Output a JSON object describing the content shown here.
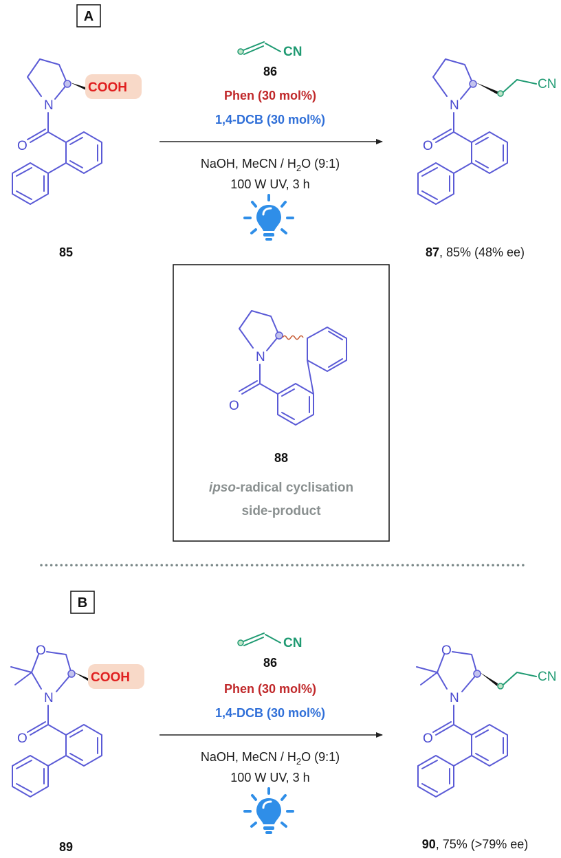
{
  "panel_a": {
    "label": "A",
    "reactant_number": "85",
    "reactant_acid_label": "COOH",
    "reagent_cn_label": "CN",
    "reagent_number": "86",
    "catalyst": "Phen (30 mol%)",
    "sensitizer": "1,4-DCB (30 mol%)",
    "base_solvent_prefix": "NaOH, MeCN / H",
    "base_solvent_sub": "2",
    "base_solvent_suffix": "O (9:1)",
    "light_source": "100 W UV, 3 h",
    "product_number": "87",
    "product_yield": ", 85% (48% ee)",
    "product_cn_label": "CN",
    "side_product_number": "88",
    "side_product_ipso": "ipso",
    "side_product_desc_1": "-radical cyclisation",
    "side_product_desc_2": "side-product"
  },
  "panel_b": {
    "label": "B",
    "reactant_number": "89",
    "reactant_acid_label": "COOH",
    "reagent_cn_label": "CN",
    "reagent_number": "86",
    "catalyst": "Phen (30 mol%)",
    "sensitizer": "1,4-DCB (30 mol%)",
    "base_solvent_prefix": "NaOH, MeCN / H",
    "base_solvent_sub": "2",
    "base_solvent_suffix": "O (9:1)",
    "light_source": "100 W UV, 3 h",
    "product_number": "90",
    "product_yield": ", 75% (>79% ee)",
    "product_cn_label": "CN"
  },
  "atoms": {
    "nitrogen": "N",
    "oxygen": "O"
  },
  "colors": {
    "molecule": "#5a5ad6",
    "chain": "#1f9a72",
    "acid": "#e02020",
    "acid_highlight": "#f8d9c8",
    "catalyst": "#c0282a",
    "sensitizer": "#2f6fd8",
    "lamp": "#2f8ee8",
    "note": "#8a9090"
  },
  "icons": [
    "light-bulb-icon",
    "panel-label-box"
  ]
}
